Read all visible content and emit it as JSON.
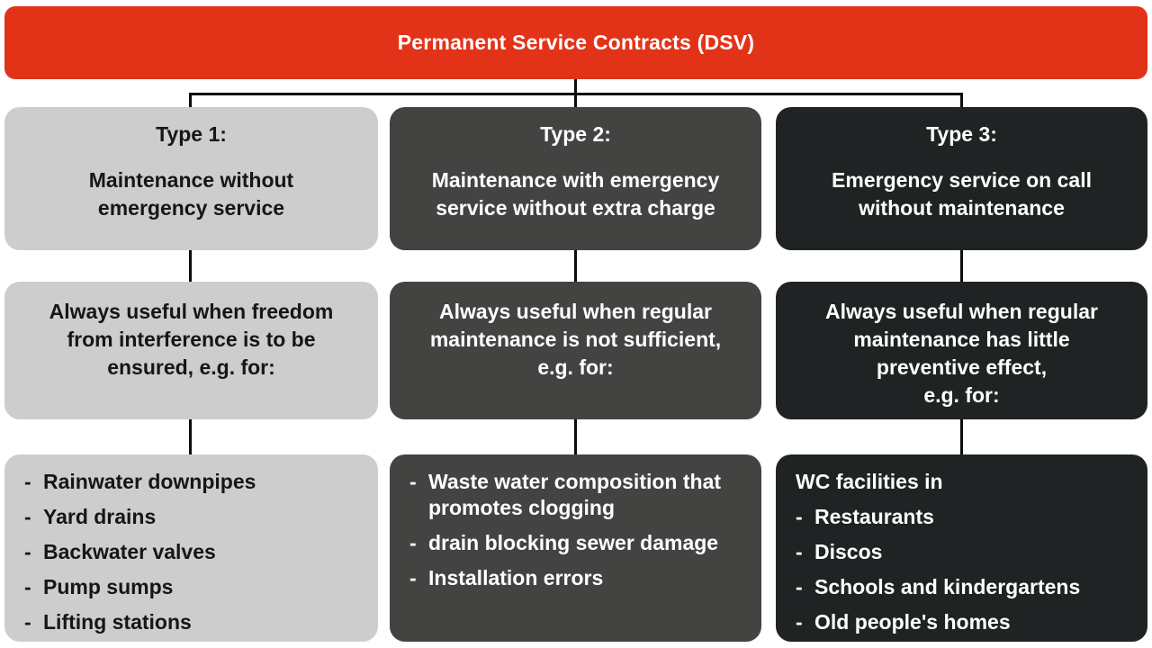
{
  "title": "Permanent Service Contracts (DSV)",
  "bullet": "-",
  "colors": {
    "banner_bg": "#E23318",
    "type1_bg": "#CDCDCD",
    "type2_bg": "#434342",
    "type3_bg": "#202323",
    "type1_text": "#161616",
    "light_text": "#FFFFFF",
    "connector": "#0C0C0C",
    "page_bg": "#FFFFFF"
  },
  "columns": [
    {
      "header": {
        "title": "Type 1:",
        "subtitle": "Maintenance without\nemergency service"
      },
      "usefulness": "Always useful when freedom\nfrom interference is to be\nensured, e.g. for:",
      "examples": {
        "intro": "",
        "items": [
          "Rainwater downpipes",
          "Yard drains",
          "Backwater valves",
          "Pump sumps",
          "Lifting stations"
        ]
      }
    },
    {
      "header": {
        "title": "Type 2:",
        "subtitle": "Maintenance with emergency\nservice without extra charge"
      },
      "usefulness": "Always useful when regular\nmaintenance is not sufficient,\ne.g. for:",
      "examples": {
        "intro": "",
        "items": [
          "Waste water composition that\npromotes clogging",
          "drain blocking sewer damage",
          "Installation errors"
        ]
      }
    },
    {
      "header": {
        "title": "Type 3:",
        "subtitle": "Emergency service on call\nwithout maintenance"
      },
      "usefulness": "Always useful when regular\nmaintenance has little\npreventive effect,\ne.g. for:",
      "examples": {
        "intro": "WC facilities in",
        "items": [
          "Restaurants",
          "Discos",
          "Schools and kindergartens",
          "Old people's homes"
        ]
      }
    }
  ]
}
